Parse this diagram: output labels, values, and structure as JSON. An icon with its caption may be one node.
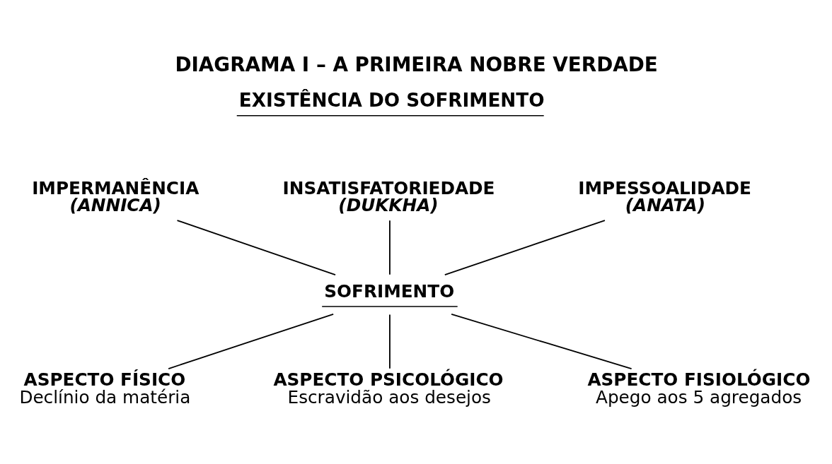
{
  "diagram": {
    "title": "DIAGRAMA I – A PRIMEIRA NOBRE VERDADE",
    "nodes": [
      {
        "text": [
          "IMPERMANÊNCIA",
          "(ANNICA)"
        ]
      },
      {
        "text": [
          "INSATISFATORIEDADE",
          "(DUKKHA)"
        ]
      },
      {
        "text": [
          "IMPESSOALIDADE",
          "(ANATA)"
        ]
      },
      {
        "text": [
          "SOFRIMENTO"
        ]
      },
      {
        "text": [
          "ASPECTO FÍSICO",
          "Declínio da matéria"
        ]
      },
      {
        "text": [
          "ASPECTO PSICOLÓGICO",
          "Escravidão aos desejos"
        ]
      },
      {
        "text": [
          "ASPECTO FISIOLÓGICO",
          "Apego aos 5 agregados"
        ]
      }
    ],
    "edges": [
      {
        "from": 0,
        "to": 3,
        "arrow": "none"
      },
      {
        "from": 1,
        "to": 3,
        "arrow": "none"
      },
      {
        "from": 2,
        "to": 3,
        "arrow": "none"
      },
      {
        "from": 3,
        "to": 4,
        "arrow": "none"
      },
      {
        "from": 3,
        "to": 5,
        "arrow": "none"
      },
      {
        "from": 3,
        "to": 6,
        "arrow": "none"
      }
    ],
    "labels": [
      "EXISTÊNCIA DO SOFRIMENTO"
    ]
  }
}
